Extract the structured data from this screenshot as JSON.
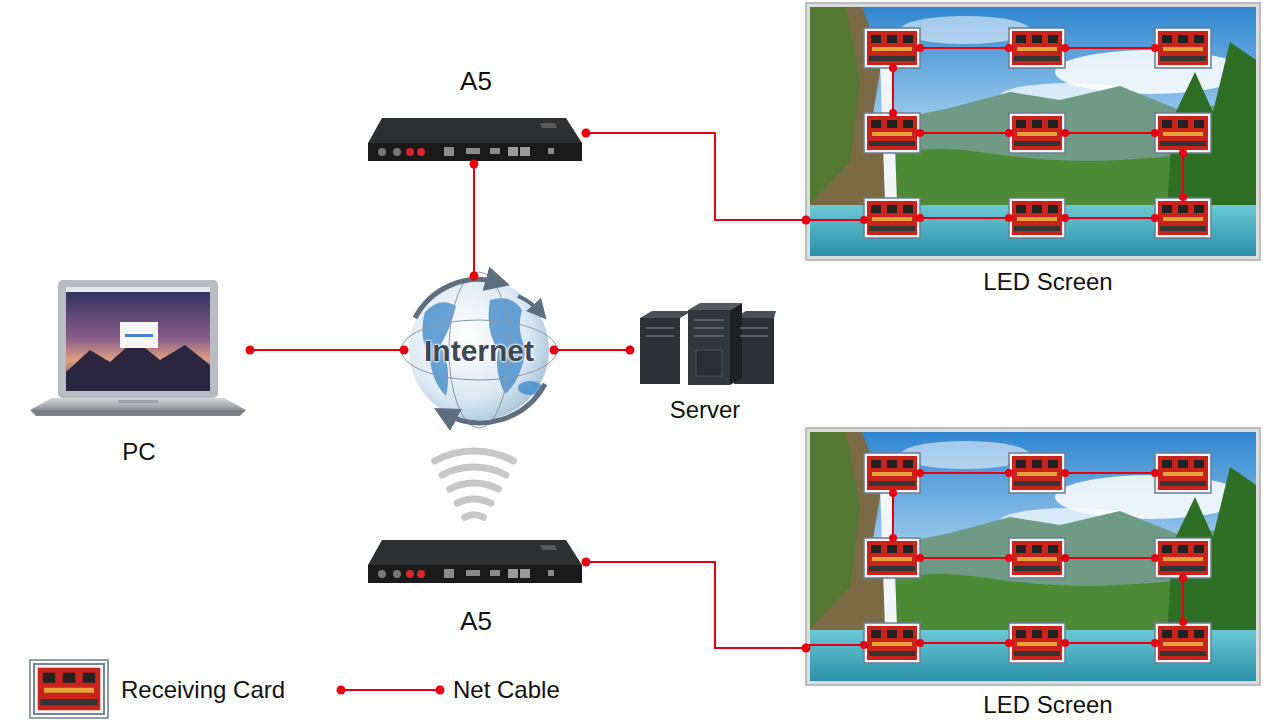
{
  "diagram": {
    "nodes": [
      {
        "text": [
          "A5"
        ]
      },
      {
        "text": [
          "LED Screen"
        ]
      },
      {
        "text": [
          "PC"
        ]
      },
      {
        "text": [
          "Internet"
        ]
      },
      {
        "text": [
          "Server"
        ]
      },
      {
        "text": [
          "A5"
        ]
      },
      {
        "text": [
          "LED Screen"
        ]
      }
    ],
    "edges": [
      {
        "from": 0,
        "to": 1,
        "arrow": "none"
      },
      {
        "from": 0,
        "to": 3,
        "arrow": "none"
      },
      {
        "from": 2,
        "to": 3,
        "arrow": "none"
      },
      {
        "from": 3,
        "to": 4,
        "arrow": "none"
      },
      {
        "from": 5,
        "to": 6,
        "arrow": "none"
      }
    ],
    "legend": [
      {
        "text": "Receiving Card"
      },
      {
        "text": "Net Cable"
      }
    ]
  }
}
